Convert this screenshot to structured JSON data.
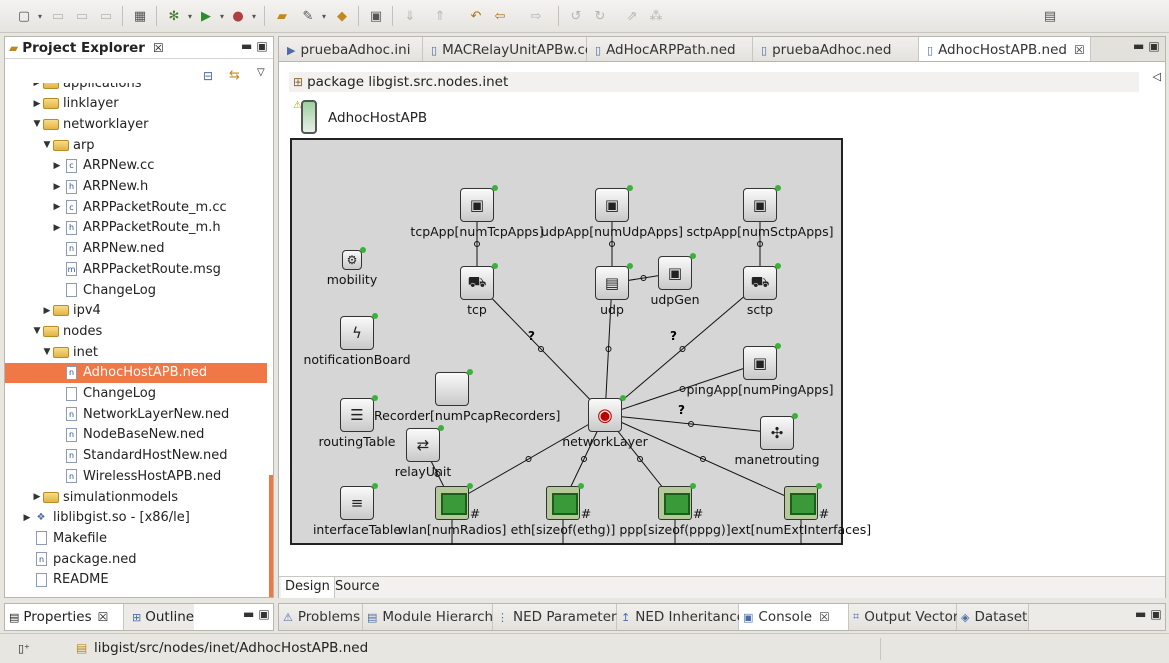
{
  "project_explorer": {
    "title": "Project Explorer",
    "items": [
      {
        "label": "applications",
        "type": "folder",
        "indent": 1,
        "twisty": "▶"
      },
      {
        "label": "linklayer",
        "type": "folder",
        "indent": 1,
        "twisty": "▶"
      },
      {
        "label": "networklayer",
        "type": "folder",
        "indent": 1,
        "twisty": "▼"
      },
      {
        "label": "arp",
        "type": "folder",
        "indent": 2,
        "twisty": "▼"
      },
      {
        "label": "ARPNew.cc",
        "type": "file",
        "indent": 3,
        "twisty": "▶",
        "badge": "c"
      },
      {
        "label": "ARPNew.h",
        "type": "file",
        "indent": 3,
        "twisty": "▶",
        "badge": "h"
      },
      {
        "label": "ARPPacketRoute_m.cc",
        "type": "file",
        "indent": 3,
        "twisty": "▶",
        "badge": "c"
      },
      {
        "label": "ARPPacketRoute_m.h",
        "type": "file",
        "indent": 3,
        "twisty": "▶",
        "badge": "h"
      },
      {
        "label": "ARPNew.ned",
        "type": "file",
        "indent": 3,
        "twisty": "",
        "badge": "n"
      },
      {
        "label": "ARPPacketRoute.msg",
        "type": "file",
        "indent": 3,
        "twisty": "",
        "badge": "m"
      },
      {
        "label": "ChangeLog",
        "type": "file",
        "indent": 3,
        "twisty": "",
        "badge": ""
      },
      {
        "label": "ipv4",
        "type": "folder",
        "indent": 2,
        "twisty": "▶"
      },
      {
        "label": "nodes",
        "type": "folder",
        "indent": 1,
        "twisty": "▼"
      },
      {
        "label": "inet",
        "type": "folder",
        "indent": 2,
        "twisty": "▼"
      },
      {
        "label": "AdhocHostAPB.ned",
        "type": "file",
        "indent": 3,
        "twisty": "",
        "badge": "n",
        "selected": true
      },
      {
        "label": "ChangeLog",
        "type": "file",
        "indent": 3,
        "twisty": "",
        "badge": ""
      },
      {
        "label": "NetworkLayerNew.ned",
        "type": "file",
        "indent": 3,
        "twisty": "",
        "badge": "n"
      },
      {
        "label": "NodeBaseNew.ned",
        "type": "file",
        "indent": 3,
        "twisty": "",
        "badge": "n"
      },
      {
        "label": "StandardHostNew.ned",
        "type": "file",
        "indent": 3,
        "twisty": "",
        "badge": "n"
      },
      {
        "label": "WirelessHostAPB.ned",
        "type": "file",
        "indent": 3,
        "twisty": "",
        "badge": "n"
      },
      {
        "label": "simulationmodels",
        "type": "folder",
        "indent": 1,
        "twisty": "▶"
      },
      {
        "label": "liblibgist.so - [x86/le]",
        "type": "lib",
        "indent": 0,
        "twisty": "▶"
      },
      {
        "label": "Makefile",
        "type": "file",
        "indent": 0,
        "twisty": "",
        "badge": ""
      },
      {
        "label": "package.ned",
        "type": "file",
        "indent": 0,
        "twisty": "",
        "badge": "n"
      },
      {
        "label": "README",
        "type": "file",
        "indent": 0,
        "twisty": "",
        "badge": ""
      }
    ]
  },
  "editor_tabs": [
    {
      "label": "pruebaAdhoc.ini",
      "active": false
    },
    {
      "label": "MACRelayUnitAPBw.cc",
      "active": false
    },
    {
      "label": "AdHocARPPath.ned",
      "active": false
    },
    {
      "label": "pruebaAdhoc.ned",
      "active": false
    },
    {
      "label": "AdhocHostAPB.ned",
      "active": true
    }
  ],
  "editor": {
    "package_line": "package libgist.src.nodes.inet",
    "module_name": "AdhocHostAPB",
    "bottom_tabs": [
      "Design",
      "Source"
    ]
  },
  "modules": [
    {
      "id": "tcpApp",
      "label": "tcpApp[numTcpApps]",
      "icon": "window-icon"
    },
    {
      "id": "udpApp",
      "label": "udpApp[numUdpApps]",
      "icon": "window-icon"
    },
    {
      "id": "sctpApp",
      "label": "sctpApp[numSctpApps]",
      "icon": "window-icon"
    },
    {
      "id": "mobility",
      "label": "mobility",
      "icon": "gear-icon"
    },
    {
      "id": "tcp",
      "label": "tcp",
      "icon": "wheelbarrow-icon"
    },
    {
      "id": "udp",
      "label": "udp",
      "icon": "conveyor-icon"
    },
    {
      "id": "udpGen",
      "label": "udpGen",
      "icon": "window-icon"
    },
    {
      "id": "sctp",
      "label": "sctp",
      "icon": "wheelbarrow-icon"
    },
    {
      "id": "notificationBoard",
      "label": "notificationBoard",
      "icon": "lightning-icon"
    },
    {
      "id": "pingApp",
      "label": "pingApp[numPingApps]",
      "icon": "window-icon"
    },
    {
      "id": "pcapRecorder",
      "label": "pcapRecorder[numPcapRecorders]",
      "icon": "blank-icon"
    },
    {
      "id": "routingTable",
      "label": "routingTable",
      "icon": "table-icon"
    },
    {
      "id": "networkLayer",
      "label": "networkLayer",
      "icon": "router-icon"
    },
    {
      "id": "manetrouting",
      "label": "manetrouting",
      "icon": "cross-arrows-icon"
    },
    {
      "id": "relayUnit",
      "label": "relayUnit",
      "icon": "switch-icon"
    },
    {
      "id": "interfaceTable",
      "label": "interfaceTable",
      "icon": "list-icon"
    },
    {
      "id": "wlan",
      "label": "wlan[numRadios]",
      "icon": "nic-icon"
    },
    {
      "id": "eth",
      "label": "eth[sizeof(ethg)]",
      "icon": "nic-icon"
    },
    {
      "id": "ppp",
      "label": "ppp[sizeof(pppg)]",
      "icon": "nic-icon"
    },
    {
      "id": "ext",
      "label": "ext[numExtInterfaces]",
      "icon": "nic-icon"
    }
  ],
  "connection_marks": {
    "question": "?",
    "hash": "#"
  },
  "left_bottom_tabs": [
    {
      "label": "Properties",
      "active": true
    },
    {
      "label": "Outline",
      "active": false
    }
  ],
  "bottom_tabs": [
    {
      "label": "Problems"
    },
    {
      "label": "Module Hierarchy"
    },
    {
      "label": "NED Parameters"
    },
    {
      "label": "NED Inheritance"
    },
    {
      "label": "Console",
      "active": true
    },
    {
      "label": "Output Vector"
    },
    {
      "label": "Dataset"
    }
  ],
  "status_bar": {
    "path": "libgist/src/nodes/inet/AdhocHostAPB.ned"
  },
  "colors": {
    "selection": "#f07746",
    "accent_border": "#f07746",
    "canvas_bg": "#d6d6d6"
  }
}
